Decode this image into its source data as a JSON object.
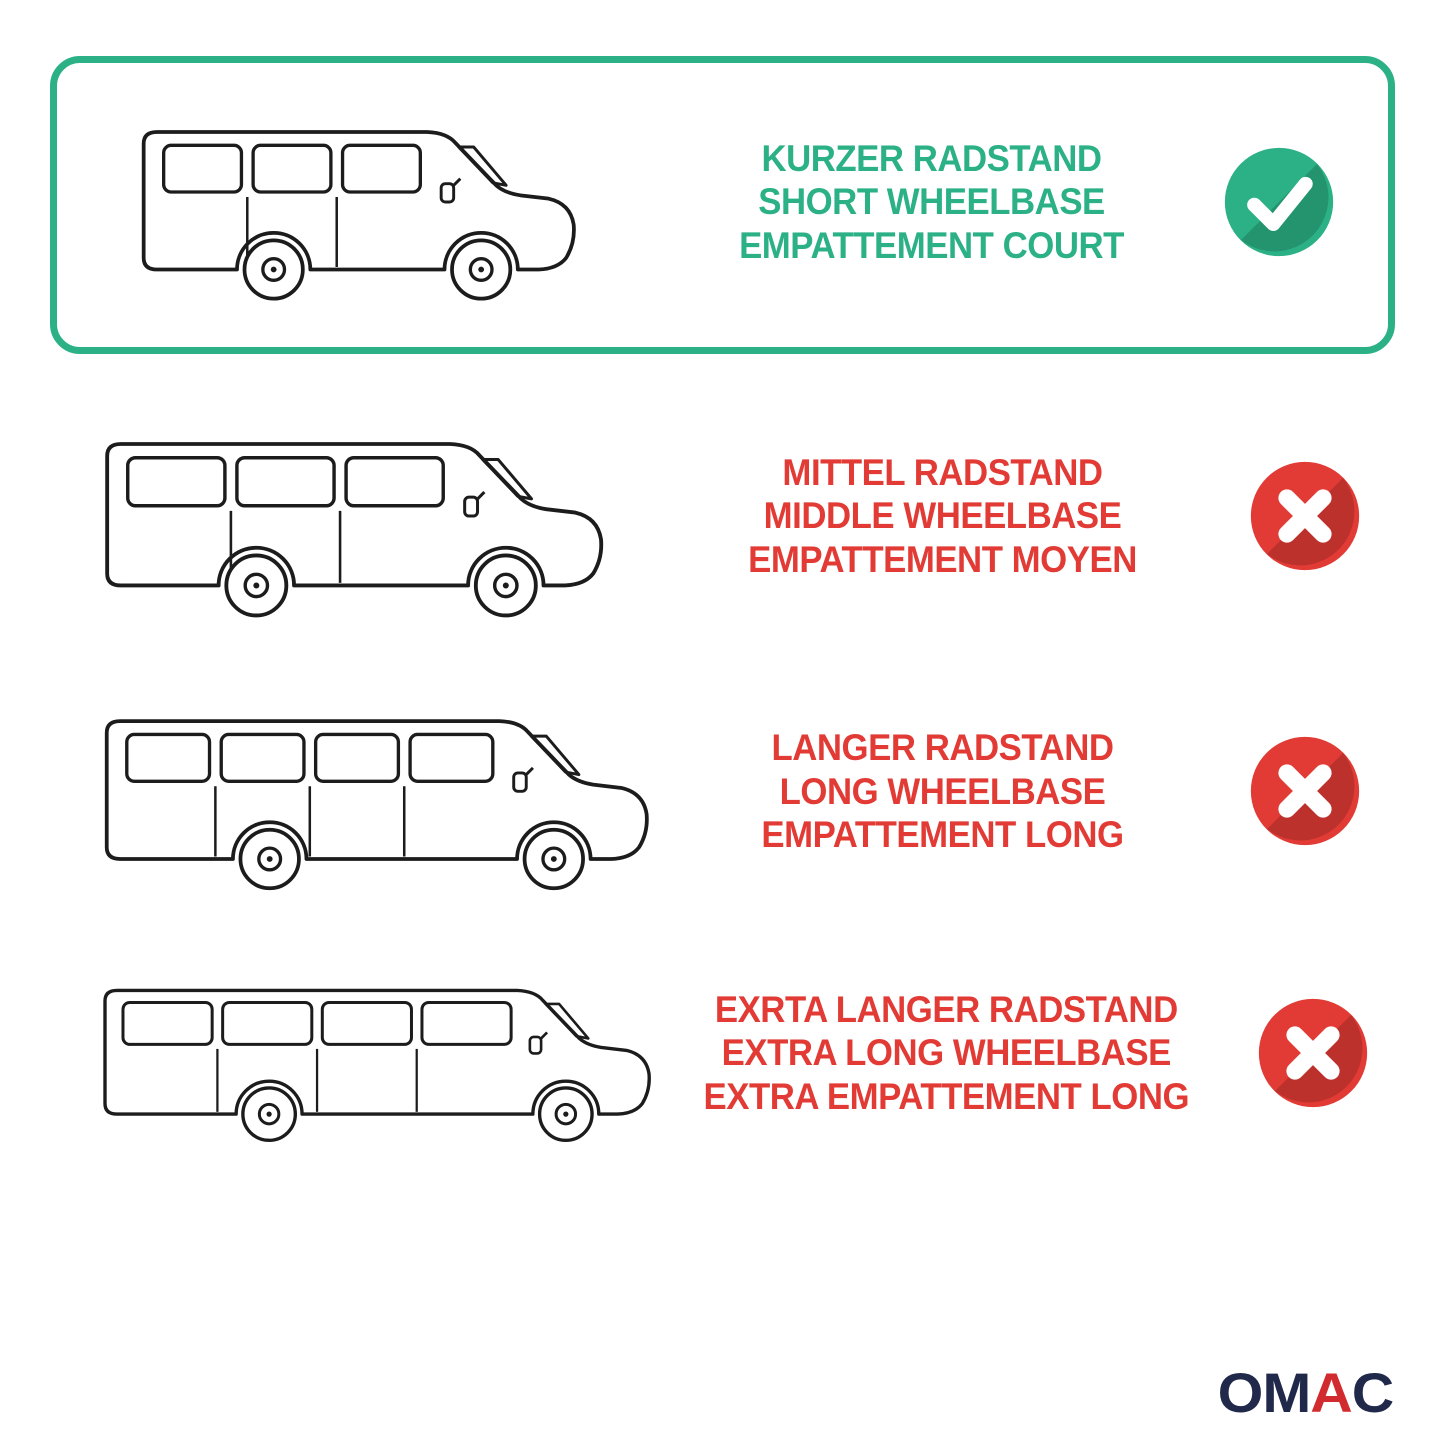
{
  "colors": {
    "green": "#2BB185",
    "red": "#E23B35",
    "line": "#1c1c1c",
    "logo_navy": "#20294A",
    "logo_red": "#D22B2F"
  },
  "brand": {
    "name": "OMAC",
    "part1": "OM",
    "accent": "A",
    "part2": "C"
  },
  "rows": [
    {
      "id": "short-wheelbase",
      "highlighted": true,
      "status": "check",
      "lines": [
        "KURZER RADSTAND",
        "SHORT WHEELBASE",
        "EMPATTEMENT COURT"
      ],
      "van": {
        "length": 520,
        "windows": 3
      }
    },
    {
      "id": "middle-wheelbase",
      "highlighted": false,
      "status": "cross",
      "lines": [
        "MITTEL RADSTAND",
        "MIDDLE WHEELBASE",
        "EMPATTEMENT MOYEN"
      ],
      "van": {
        "length": 580,
        "windows": 3
      }
    },
    {
      "id": "long-wheelbase",
      "highlighted": false,
      "status": "cross",
      "lines": [
        "LANGER RADSTAND",
        "LONG WHEELBASE",
        "EMPATTEMENT LONG"
      ],
      "van": {
        "length": 650,
        "windows": 4
      }
    },
    {
      "id": "extra-long-wheelbase",
      "highlighted": false,
      "status": "cross",
      "lines": [
        "EXRTA LANGER RADSTAND",
        "EXTRA LONG WHEELBASE",
        "EXTRA EMPATTEMENT LONG"
      ],
      "van": {
        "length": 730,
        "windows": 4
      }
    }
  ]
}
